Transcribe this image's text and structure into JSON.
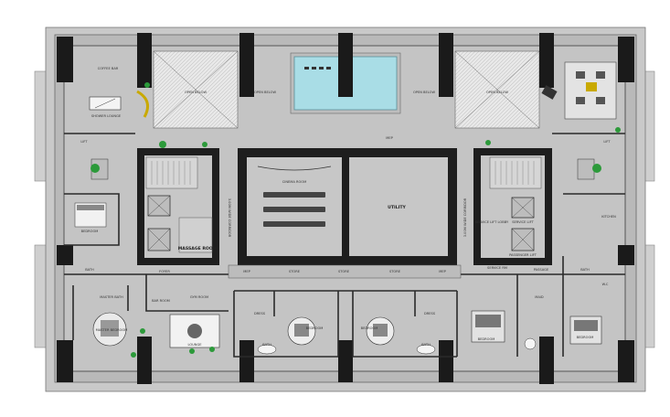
{
  "plan": {
    "labels": {
      "coffee_bar": "COFFEE BAR",
      "shower_lounge": "SHOWER LOUNGE",
      "open_below_1": "OPEN BELOW",
      "open_below_2": "OPEN BELOW",
      "open_below_3": "OPEN BELOW",
      "open_below_4": "OPEN BELOW",
      "lift_left": "LIFT",
      "lift_right": "LIFT",
      "mep_top": "MEP",
      "bedroom_left": "BEDROOM",
      "cinema_room": "CINEMA ROOM",
      "utility": "UTILITY",
      "massage_room": "MASSAGE ROOM",
      "corridor_left": "3.00M WIDE CORRIDOR",
      "corridor_right": "3.00M WIDE CORRIDOR",
      "service_lift": "SERVICE LIFT",
      "passenger_lift": "PASSENGER LIFT",
      "vip_lift_lobby": "SERVICE LIFT LOBBY",
      "kitchen": "KITCHEN",
      "foyer": "FOYER",
      "mep_1": "MEP",
      "store_1": "STORE",
      "store_2": "STORE",
      "store_3": "STORE",
      "mep_2": "MEP",
      "service_rm": "SERVICE RM",
      "passage": "PASSAGE",
      "bath_left": "BATH",
      "master_bath": "MASTER BATH",
      "bar_room": "BAR ROOM",
      "gym_room": "GYM ROOM",
      "master_bedroom": "MASTER BEDROOM",
      "lounge": "LOUNGE",
      "dress_1": "DRESS",
      "dress_2": "DRESS",
      "bedroom_1": "BEDROOM",
      "bedroom_2": "BEDROOM",
      "bath_1": "BATH",
      "bath_2": "BATH",
      "bedroom_3": "BEDROOM",
      "maid": "MAID",
      "bath_right": "BATH",
      "wc": "W.C",
      "bedroom_4": "BEDROOM"
    }
  }
}
